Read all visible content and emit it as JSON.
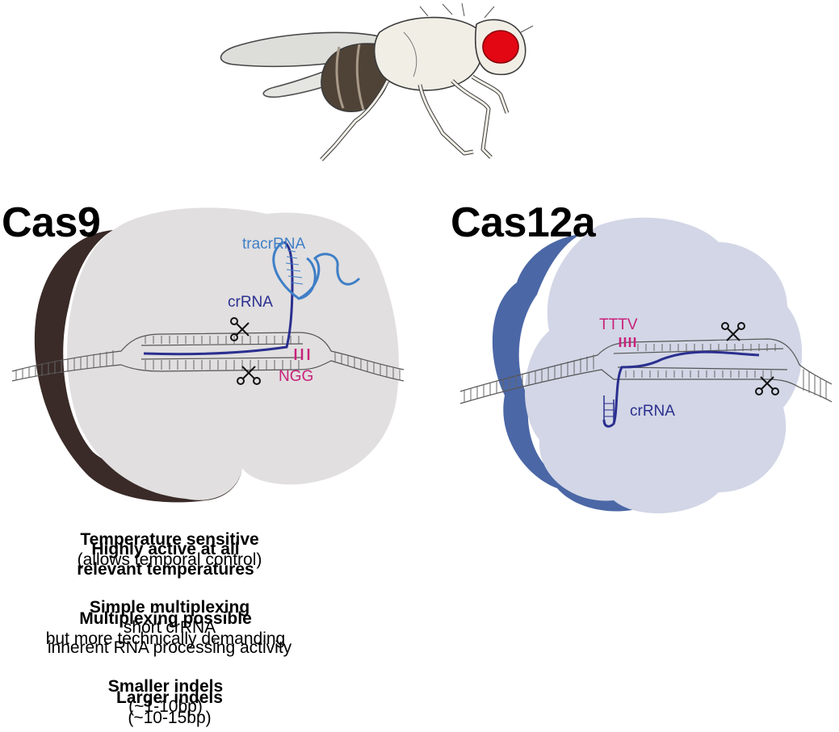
{
  "panels": {
    "cas9": {
      "title": "Cas9",
      "labels": {
        "tracrrna": "tracrRNA",
        "crrna": "crRNA",
        "pam": "NGG"
      },
      "features": [
        {
          "bold": "Highly active at all",
          "bold2": "relevant temperatures"
        },
        {
          "bold": "Multiplexing possible",
          "normal": "but more technically demanding"
        },
        {
          "bold": "Smaller indels",
          "normal": "(~1-10bp)"
        }
      ]
    },
    "cas12a": {
      "title": "Cas12a",
      "labels": {
        "pam": "TTTV",
        "crrna": "crRNA"
      },
      "features": [
        {
          "bold": "Temperature sensitive",
          "normal": "(allows temporal control)"
        },
        {
          "bold": "Simple multiplexing",
          "normal": "short crRNA",
          "normal2": "inherent RNA processing activity"
        },
        {
          "bold": "Larger indels",
          "normal": "(~10-15bp)"
        }
      ]
    }
  },
  "colors": {
    "cas9_body": "#e1dfe0",
    "cas9_shadow": "#3a2b28",
    "cas12a_body": "#d2d6e6",
    "cas12a_shadow": "#4b67a6",
    "crrna": "#2a2f8f",
    "tracrrna": "#3f7fc6",
    "pam": "#c8217a",
    "fly_eye": "#e30613",
    "fly_body": "#f1eee6",
    "fly_abdomen": "#4f4337"
  }
}
